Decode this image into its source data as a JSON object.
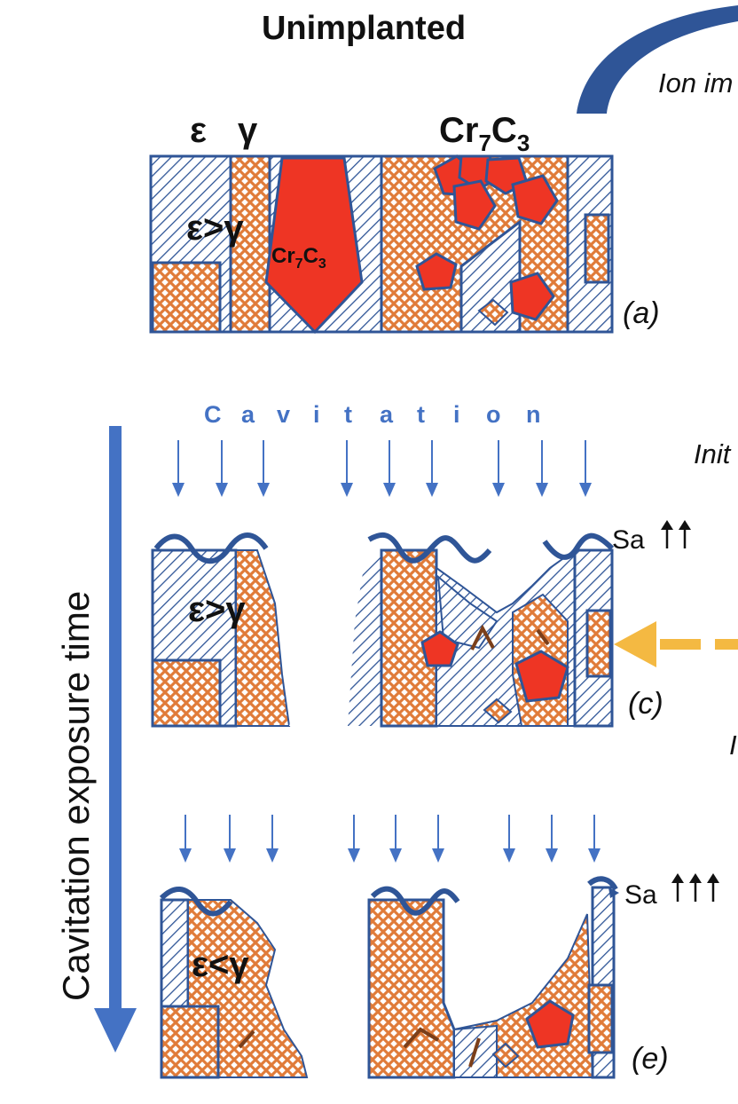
{
  "title": "Unimplanted",
  "ion_arc_label": "Ion im",
  "phase_labels": {
    "epsilon": "ε",
    "gamma": "γ"
  },
  "carbide_label_main": "Cr",
  "carbide_sub_7": "7",
  "carbide_c": "C",
  "carbide_sub_3": "3",
  "panel_a_ratio": "ε>γ",
  "panel_a_label": "(a)",
  "cavitation_letters": [
    "C",
    "a",
    "v",
    "i",
    "t",
    "a",
    "t",
    "i",
    "o",
    "n"
  ],
  "right_text_initial": "Init",
  "right_text_r": "I",
  "panel_c_ratio": "ε>γ",
  "panel_c_label": "(c)",
  "panel_c_sa": "Sa",
  "panel_c_sa_arrows": 2,
  "panel_e_ratio": "ε<γ",
  "panel_e_label": "(e)",
  "panel_e_sa": "Sa",
  "panel_e_sa_arrows": 3,
  "time_axis_label": "Cavitation exposure time",
  "colors": {
    "blue": "#2F5597",
    "arrow_blue": "#4472C4",
    "orange": "#E07B39",
    "red": "#EE3524",
    "yellow": "#F4B942",
    "brown": "#7B3F1A"
  }
}
